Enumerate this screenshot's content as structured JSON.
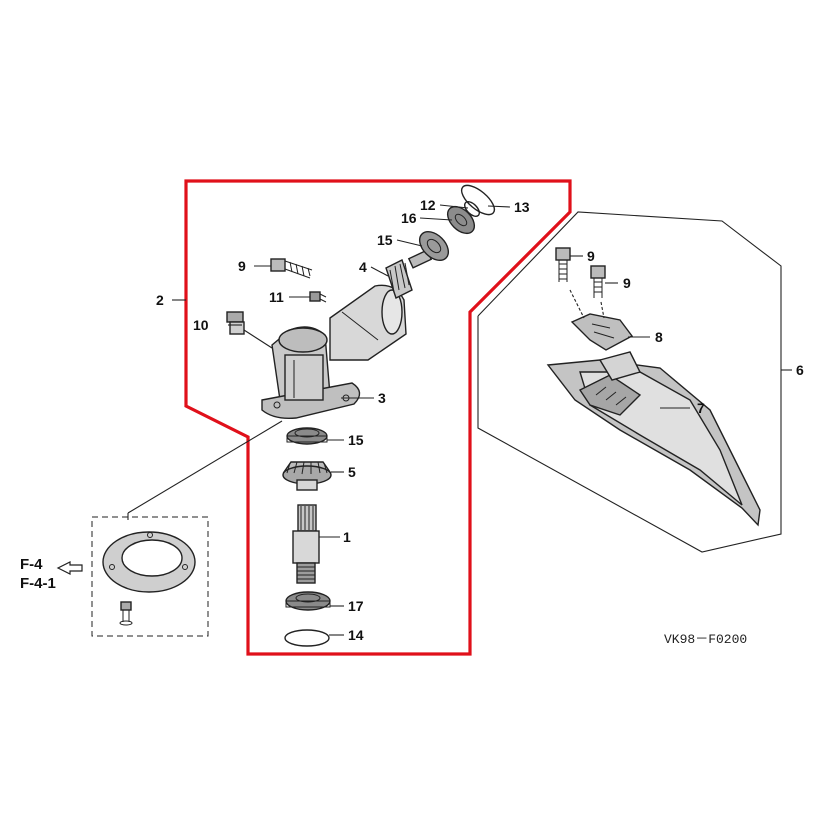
{
  "diagram": {
    "drawing_code": "VK98－F0200",
    "accent_color": "#e0101a",
    "cross_references": [
      "F-4",
      "F-4-1"
    ],
    "callouts": {
      "c2": "2",
      "c3": "3",
      "c6": "6",
      "c7": "7",
      "c8": "8",
      "c9a": "9",
      "c9b": "9",
      "c9c": "9",
      "c10": "10",
      "c11": "11",
      "c4": "4",
      "c15a": "15",
      "c16": "16",
      "c12": "12",
      "c13": "13",
      "c15b": "15",
      "c5": "5",
      "c1": "1",
      "c17": "17",
      "c14": "14"
    }
  }
}
